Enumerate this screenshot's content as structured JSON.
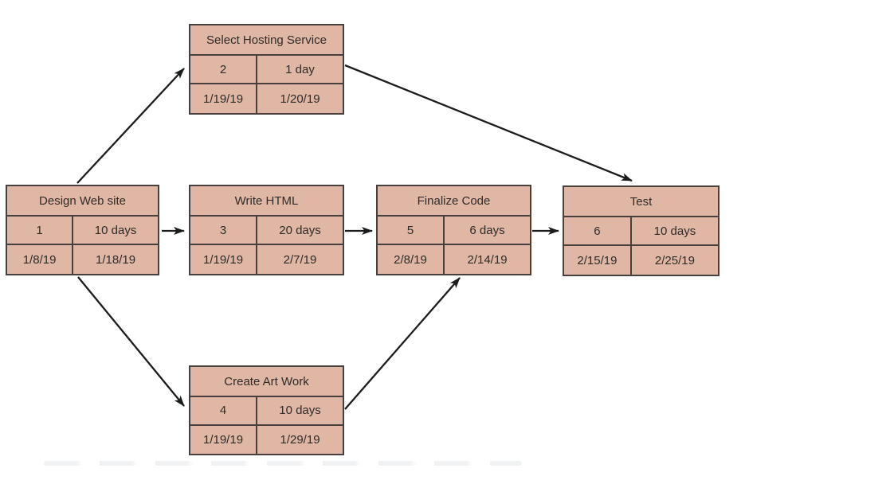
{
  "diagram": {
    "kind": "project-precedence-network",
    "colors": {
      "node_fill": "#e0b7a4",
      "node_border": "#47403c",
      "arrow": "#1c1c1c",
      "text": "#2e2b29",
      "background": "#ffffff"
    }
  },
  "nodes": {
    "design": {
      "title": "Design Web site",
      "id": "1",
      "duration": "10 days",
      "start": "1/8/19",
      "end": "1/18/19"
    },
    "hosting": {
      "title": "Select Hosting Service",
      "id": "2",
      "duration": "1 day",
      "start": "1/19/19",
      "end": "1/20/19"
    },
    "write": {
      "title": "Write HTML",
      "id": "3",
      "duration": "20 days",
      "start": "1/19/19",
      "end": "2/7/19"
    },
    "create": {
      "title": "Create Art Work",
      "id": "4",
      "duration": "10 days",
      "start": "1/19/19",
      "end": "1/29/19"
    },
    "finalize": {
      "title": "Finalize Code",
      "id": "5",
      "duration": "6 days",
      "start": "2/8/19",
      "end": "2/14/19"
    },
    "test": {
      "title": "Test",
      "id": "6",
      "duration": "10 days",
      "start": "2/15/19",
      "end": "2/25/19"
    }
  },
  "edges": [
    {
      "from": "design",
      "to": "hosting"
    },
    {
      "from": "design",
      "to": "write"
    },
    {
      "from": "design",
      "to": "create"
    },
    {
      "from": "hosting",
      "to": "test"
    },
    {
      "from": "write",
      "to": "finalize"
    },
    {
      "from": "create",
      "to": "finalize"
    },
    {
      "from": "finalize",
      "to": "test"
    }
  ]
}
